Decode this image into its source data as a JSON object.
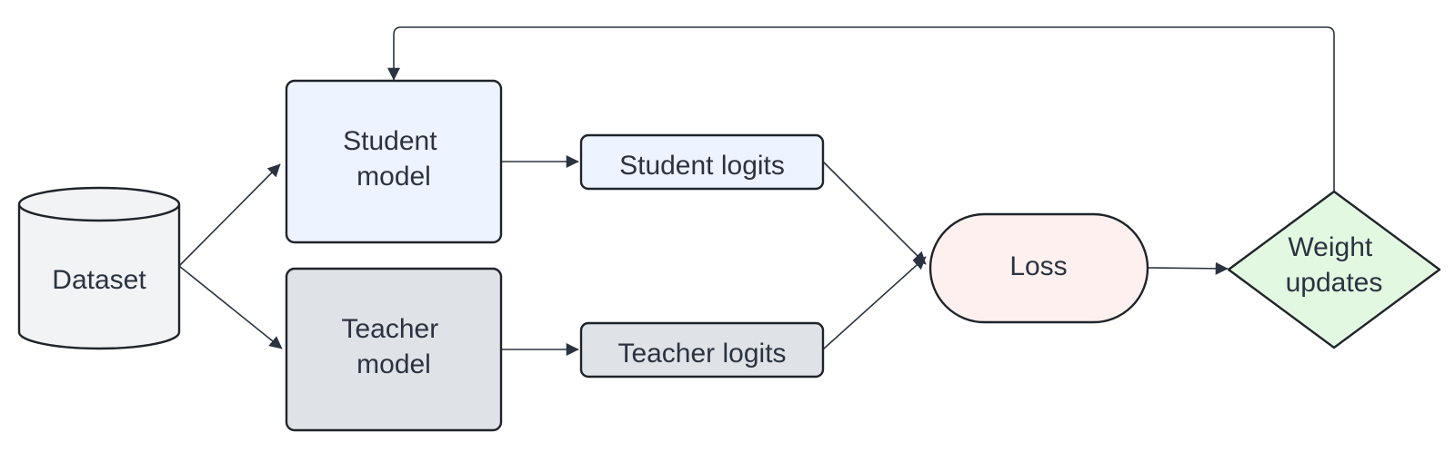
{
  "nodes": {
    "dataset": {
      "label": "Dataset",
      "shape": "cylinder-icon",
      "fill": "#f2f3f5"
    },
    "student_model": {
      "line1": "Student",
      "line2": "model",
      "fill": "#edf4ff"
    },
    "teacher_model": {
      "line1": "Teacher",
      "line2": "model",
      "fill": "#dfe2e6"
    },
    "student_logits": {
      "label": "Student logits",
      "fill": "#edf4ff"
    },
    "teacher_logits": {
      "label": "Teacher logits",
      "fill": "#dfe2e6"
    },
    "loss": {
      "label": "Loss",
      "fill": "#fdf0ee"
    },
    "weight_updates": {
      "line1": "Weight",
      "line2": "updates",
      "fill": "#e3f8e1"
    }
  },
  "colors": {
    "stroke": "#1f242b",
    "edge": "#2b3340",
    "background": "#ffffff"
  }
}
